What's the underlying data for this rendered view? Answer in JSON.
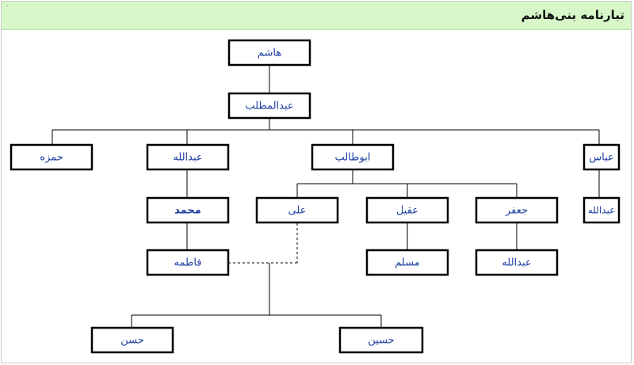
{
  "header": {
    "title": "تبارنامه بنی‌هاشم"
  },
  "tree": {
    "hashim": "هاشم",
    "abdulmuttalib": "عبدالمطلب",
    "hamza": "حمزه",
    "abdullah": "عبدالله",
    "abutalib": "ابوطالب",
    "abbas": "عباس",
    "abdullah_son_of_abbas": "عبدالله",
    "muhammad": "محمد",
    "ali": "علی",
    "aqil": "عقیل",
    "jafar": "جعفر",
    "fatima": "فاطمه",
    "muslim": "مسلم",
    "abdullah_son_of_jafar": "عبدالله",
    "hasan": "حسن",
    "husayn": "حسین"
  }
}
